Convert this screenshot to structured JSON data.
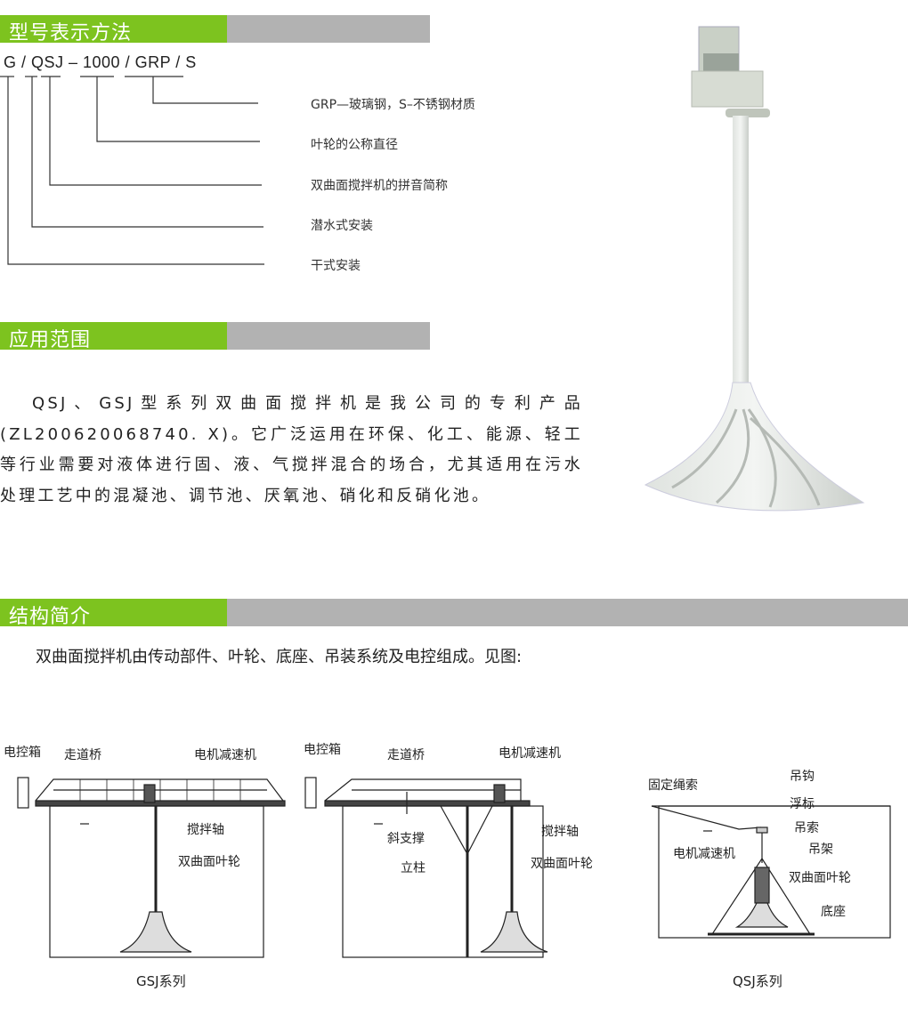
{
  "sections": {
    "model": {
      "title": "型号表示方法"
    },
    "application": {
      "title": "应用范围"
    },
    "structure": {
      "title": "结构简介"
    }
  },
  "model_code": {
    "code": "G / QSJ – 1000 / GRP / S",
    "legend": [
      "GRP—玻璃钢，S–不锈钢材质",
      "叶轮的公称直径",
      "双曲面搅拌机的拼音简称",
      "潜水式安装",
      "干式安装"
    ]
  },
  "application": {
    "text": "QSJ、GSJ型系列双曲面搅拌机是我公司的专利产品(ZL200620068740. X)。它广泛运用在环保、化工、能源、轻工等行业需要对液体进行固、液、气搅拌混合的场合，尤其适用在污水处理工艺中的混凝池、调节池、厌氧池、硝化和反硝化池。"
  },
  "structure": {
    "text": "双曲面搅拌机由传动部件、叶轮、底座、吊装系统及电控组成。见图:"
  },
  "diagrams": {
    "gsj1": {
      "labels": [
        "电控箱",
        "走道桥",
        "电机减速机",
        "搅拌轴",
        "双曲面叶轮"
      ]
    },
    "gsj2": {
      "labels": [
        "电控箱",
        "走道桥",
        "电机减速机",
        "斜支撑",
        "搅拌轴",
        "立柱",
        "双曲面叶轮"
      ]
    },
    "qsj": {
      "labels": [
        "吊钩",
        "固定绳索",
        "浮标",
        "吊索",
        "吊架",
        "电机减速机",
        "双曲面叶轮",
        "底座"
      ]
    },
    "captions": {
      "gsj": "GSJ系列",
      "qsj": "QSJ系列"
    }
  },
  "colors": {
    "accent": "#7dc31f",
    "bar": "#b2b2b2"
  }
}
